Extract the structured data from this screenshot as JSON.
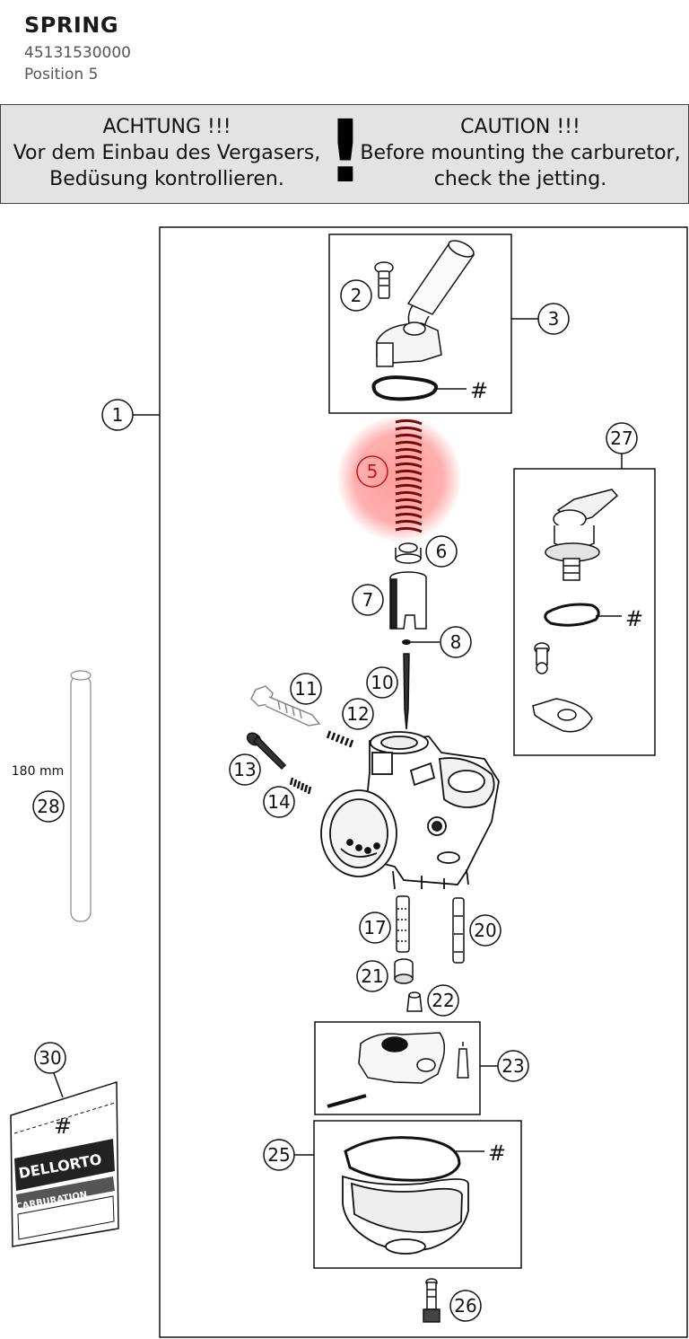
{
  "header": {
    "title": "SPRING",
    "part_number": "45131530000",
    "position": "Position 5"
  },
  "caution": {
    "de_line1": "ACHTUNG !!!",
    "de_line2": "Vor dem Einbau des Vergasers,",
    "de_line3": "Bedüsung kontrollieren.",
    "mark": "!",
    "en_line1": "CAUTION !!!",
    "en_line2": "Before mounting the carburetor,",
    "en_line3": "check the jetting."
  },
  "diagram": {
    "highlight_color": "#ff4d4d",
    "callouts": [
      "1",
      "2",
      "3",
      "5",
      "6",
      "7",
      "8",
      "10",
      "11",
      "12",
      "13",
      "14",
      "17",
      "20",
      "21",
      "22",
      "23",
      "25",
      "26",
      "27",
      "28",
      "30"
    ],
    "highlighted_callout": "5",
    "hash_mark": "#",
    "tube_length": "180 mm",
    "bag_hash": "#",
    "bag_brand": "DELLORTO",
    "bag_caption": "CARBURATION"
  }
}
